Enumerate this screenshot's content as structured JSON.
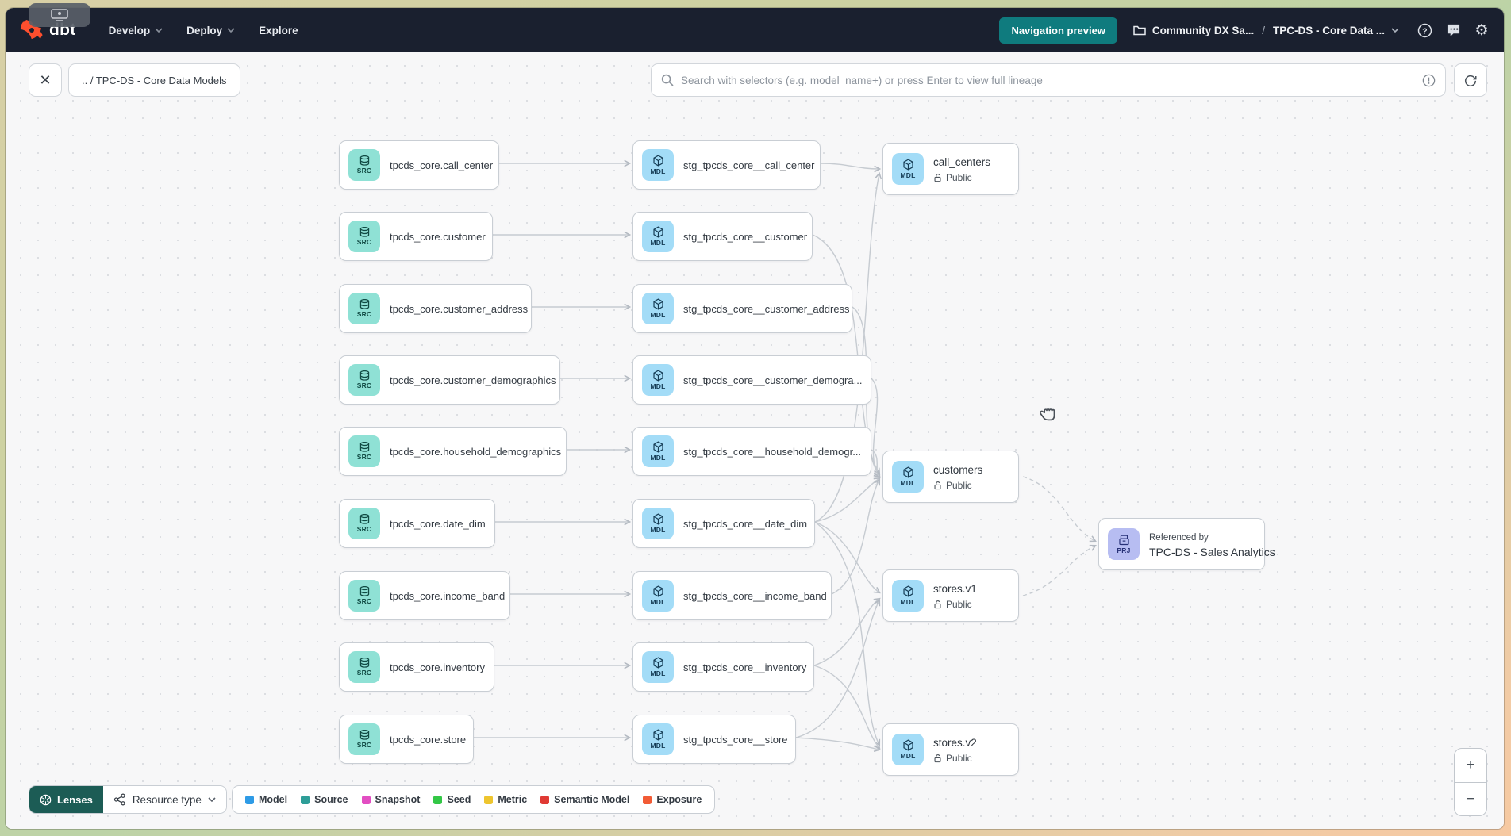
{
  "navbar": {
    "logo_text": "dbt",
    "items": [
      {
        "label": "Develop",
        "has_chevron": true
      },
      {
        "label": "Deploy",
        "has_chevron": true
      },
      {
        "label": "Explore",
        "has_chevron": false
      }
    ],
    "preview_button_label": "Navigation preview",
    "breadcrumb": {
      "project": "Community DX Sa...",
      "separator": "/",
      "page": "TPC-DS - Core Data ..."
    }
  },
  "toolbar": {
    "close_label": "✕",
    "lineage_breadcrumb": ".. / TPC-DS - Core Data Models",
    "search_placeholder": "Search with selectors (e.g. model_name+) or press Enter to view full lineage"
  },
  "graph": {
    "badges": {
      "source": "SRC",
      "model": "MDL",
      "project": "PRJ"
    },
    "source_nodes": [
      "tpcds_core.call_center",
      "tpcds_core.customer",
      "tpcds_core.customer_address",
      "tpcds_core.customer_demographics",
      "tpcds_core.household_demographics",
      "tpcds_core.date_dim",
      "tpcds_core.income_band",
      "tpcds_core.inventory",
      "tpcds_core.store"
    ],
    "staging_nodes": [
      "stg_tpcds_core__call_center",
      "stg_tpcds_core__customer",
      "stg_tpcds_core__customer_address",
      "stg_tpcds_core__customer_demogra...",
      "stg_tpcds_core__household_demogr...",
      "stg_tpcds_core__date_dim",
      "stg_tpcds_core__income_band",
      "stg_tpcds_core__inventory",
      "stg_tpcds_core__store"
    ],
    "public_nodes": [
      {
        "title": "call_centers",
        "access": "Public"
      },
      {
        "title": "customers",
        "access": "Public"
      },
      {
        "title": "stores.v1",
        "access": "Public"
      },
      {
        "title": "stores.v2",
        "access": "Public"
      }
    ],
    "project_node": {
      "kicker": "Referenced by",
      "title": "TPC-DS - Sales Analytics"
    }
  },
  "legend": {
    "lenses_label": "Lenses",
    "resource_type_label": "Resource type",
    "items": [
      {
        "label": "Model",
        "color": "#2e9be6"
      },
      {
        "label": "Source",
        "color": "#2e9e98"
      },
      {
        "label": "Snapshot",
        "color": "#e24ec2"
      },
      {
        "label": "Seed",
        "color": "#33c746"
      },
      {
        "label": "Metric",
        "color": "#eec52e"
      },
      {
        "label": "Semantic Model",
        "color": "#e03a34"
      },
      {
        "label": "Exposure",
        "color": "#f25b35"
      }
    ]
  },
  "zoom_controls": {
    "zoom_in": "+",
    "zoom_out": "−"
  },
  "icons": [
    "dbt-logo",
    "chevron-down",
    "folder",
    "help",
    "feedback",
    "settings",
    "search",
    "info",
    "refresh",
    "close",
    "database",
    "cube",
    "package",
    "lock-open",
    "lenses",
    "resource-type",
    "grab-cursor",
    "zoom-in",
    "zoom-out"
  ]
}
